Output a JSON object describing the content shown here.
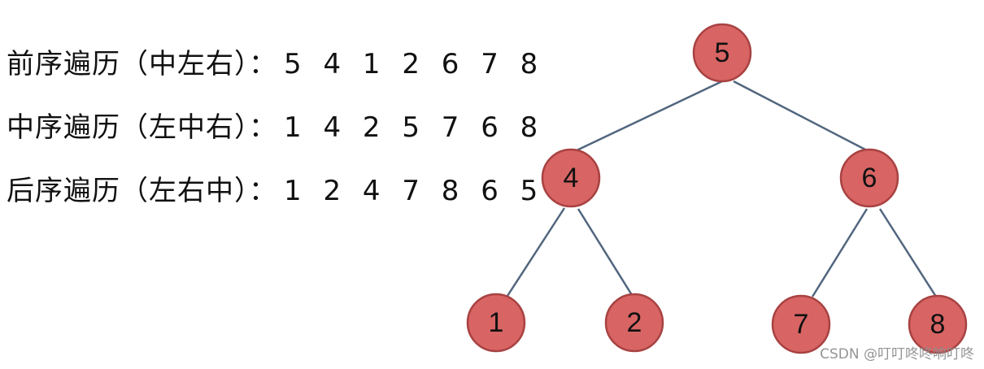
{
  "traversals": [
    {
      "label": "前序遍历（中左右）：",
      "sequence": "5 4 1 2 6 7 8"
    },
    {
      "label": "中序遍历（左中右）：",
      "sequence": "1 4 2 5 7 6 8"
    },
    {
      "label": "后序遍历（左右中）：",
      "sequence": "1 2 4 7 8 6 5"
    }
  ],
  "tree": {
    "nodes": [
      "5",
      "4",
      "6",
      "1",
      "2",
      "7",
      "8"
    ],
    "edges": [
      [
        "5",
        "4"
      ],
      [
        "5",
        "6"
      ],
      [
        "4",
        "1"
      ],
      [
        "4",
        "2"
      ],
      [
        "6",
        "7"
      ],
      [
        "6",
        "8"
      ]
    ],
    "node_fill": "#d86464",
    "node_stroke": "#a84242",
    "edge_color": "#51667e"
  },
  "watermark": "CSDN @叮叮咚咚响叮咚"
}
